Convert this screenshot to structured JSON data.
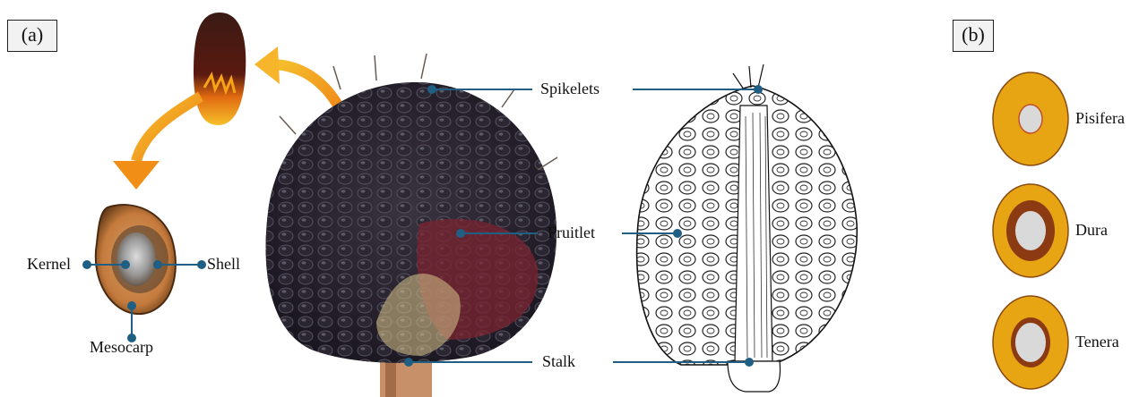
{
  "panel_a": {
    "tag": "(a)"
  },
  "panel_b": {
    "tag": "(b)"
  },
  "fruit_section": {
    "kernel": "Kernel",
    "shell": "Shell",
    "mesocarp": "Mesocarp"
  },
  "bunch_parts": {
    "spikelets": "Spikelets",
    "fruitlet": "Fruitlet",
    "stalk": "Stalk"
  },
  "fruit_types": [
    "Pisifera",
    "Dura",
    "Tenera"
  ],
  "colors": {
    "mesocarp": "#e7a513",
    "shell": "#8b3a12",
    "kernel": "#d9d9d9",
    "leader": "#1f5f84",
    "arrow": "#f19a1b"
  }
}
